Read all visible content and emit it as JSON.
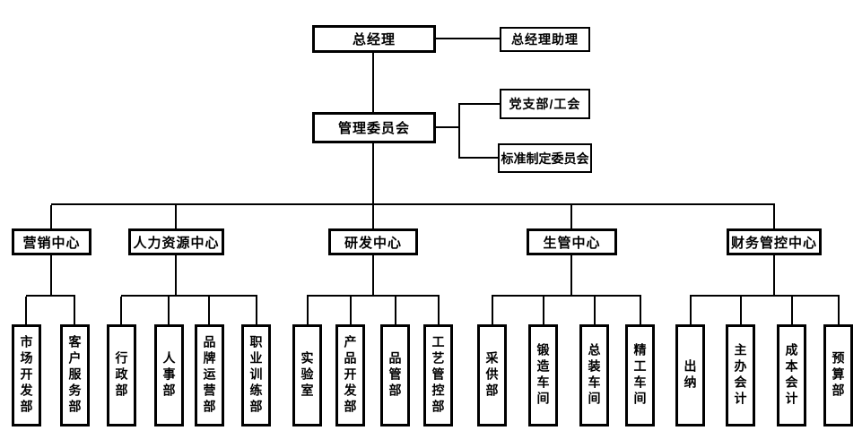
{
  "chart_title": "",
  "top": {
    "general_manager": "总经理",
    "gm_assistant": "总经理助理",
    "management_committee": "管理委员会",
    "party_branch_union": "党支部/工会",
    "standards_committee": "标准制定委员会"
  },
  "centers": [
    {
      "label": "营销中心",
      "children": [
        "市场开发部",
        "客户服务部"
      ]
    },
    {
      "label": "人力资源中心",
      "children": [
        "行政部",
        "人事部",
        "品牌运营部",
        "职业训练部"
      ]
    },
    {
      "label": "研发中心",
      "children": [
        "实验室",
        "产品开发部",
        "品管部",
        "工艺管控部"
      ]
    },
    {
      "label": "生管中心",
      "children": [
        "采供部",
        "锻造车间",
        "总装车间",
        "精工车间"
      ]
    },
    {
      "label": "财务管控中心",
      "children": [
        "出纳",
        "主办会计",
        "成本会计",
        "预算部"
      ]
    }
  ],
  "colors": {
    "background": "#ffffff",
    "line": "#000000",
    "box_border": "#000000",
    "box_fill": "#ffffff",
    "text": "#000000"
  }
}
